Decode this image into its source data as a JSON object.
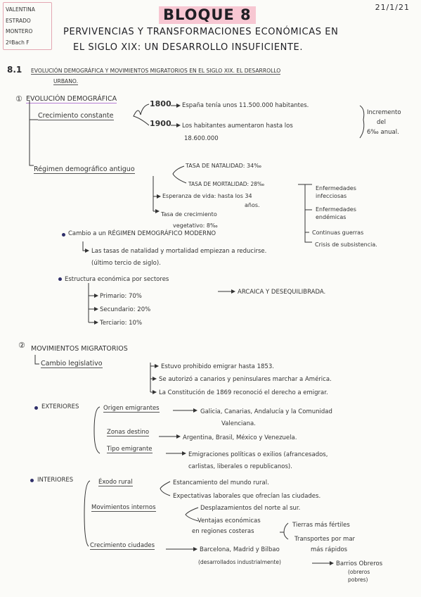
{
  "header": {
    "name_lines": [
      "VALENTINA",
      "ESTRADO",
      "MONTERO",
      "2ºBach F"
    ],
    "date": "21/1/21",
    "bloque": "BLOQUE 8",
    "title_line1": "PERVIVENCIAS Y TRANSFORMACIONES ECONÓMICAS EN",
    "title_line2": "EL SIGLO XIX: UN DESARROLLO INSUFICIENTE."
  },
  "section_8_1": {
    "number": "8.1",
    "heading_line1": "EVOLUCIÓN DEMOGRÁFICA Y MOVIMIENTOS MIGRATORIOS EN EL SIGLO XIX. EL DESARROLLO",
    "heading_line2": "URBANO."
  },
  "evolucion": {
    "marker": "①",
    "title": "EVOLUCIÓN DEMOGRÁFICA",
    "crecimiento": "Crecimiento constante",
    "y1800": "1800",
    "t1800": "España tenía unos 11.500.000 habitantes.",
    "y1900": "1900",
    "t1900a": "Los habitantes aumentaron hasta los",
    "t1900b": "18.600.000",
    "incremento": [
      "Incremento",
      "del",
      "6‰ anual."
    ],
    "regimen": "Régimen demográfico antiguo",
    "natalidad": "TASA DE NATALIDAD: 34‰",
    "mortalidad": "TASA DE MORTALIDAD: 28‰",
    "esperanza_a": "Esperanza de vida: hasta los 34",
    "esperanza_b": "años.",
    "vegetativo_a": "Tasa de crecimiento",
    "vegetativo_b": "vegetativo: 8‰",
    "causas": [
      "Enfermedades infecciosas",
      "Enfermedades endémicas",
      "Continuas guerras",
      "Crisis de subsistencia."
    ],
    "cambio_a": "Cambio a un RÉGIMEN DEMOGRÁFICO MODERNO",
    "cambio_b": "Las tasas de natalidad y mortalidad empiezan a reducirse.",
    "cambio_c": "(último tercio de siglo).",
    "estructura": "Estructura económica por sectores",
    "estructura_res": "ARCAICA Y DESEQUILIBRADA.",
    "sectores": [
      "Primario: 70%",
      "Secundario: 20%",
      "Terciario: 10%"
    ]
  },
  "migratorios": {
    "marker": "②",
    "title": "MOVIMIENTOS MIGRATORIOS",
    "cambio": "Cambio legislativo",
    "leyes": [
      "Estuvo prohibido emigrar hasta 1853.",
      "Se autorizó a canarios y peninsulares marchar a América.",
      "La Constitución de 1869 reconoció el derecho a emigrar."
    ],
    "exteriores": "EXTERIORES",
    "origen": "Origen emigrantes",
    "origen_a": "Galicia, Canarias, Andalucía y la Comunidad",
    "origen_b": "Valenciana.",
    "zonas": "Zonas destino",
    "zonas_t": "Argentina, Brasil, México y Venezuela.",
    "tipo": "Tipo emigrante",
    "tipo_a": "Emigraciones políticas o exilios (afrancesados,",
    "tipo_b": "carlistas, liberales o republicanos).",
    "interiores": "INTERIORES",
    "exodo": "Éxodo rural",
    "exodo_a": "Estancamiento del mundo rural.",
    "exodo_b": "Expectativas laborales que ofrecían las ciudades.",
    "internos": "Movimientos internos",
    "internos_a": "Desplazamientos del norte al sur.",
    "internos_b": "Ventajas económicas",
    "internos_c": "en regiones costeras",
    "ventaja_1": "Tierras más fértiles",
    "ventaja_2a": "Transportes por mar",
    "ventaja_2b": "más rápidos",
    "ciudades": "Crecimiento ciudades",
    "ciudades_a": "Barcelona, Madrid y Bilbao",
    "ciudades_b": "(desarrollados industrialmente)",
    "barrios_a": "Barrios Obreros",
    "barrios_b": "(obreros",
    "barrios_c": "pobres)"
  }
}
